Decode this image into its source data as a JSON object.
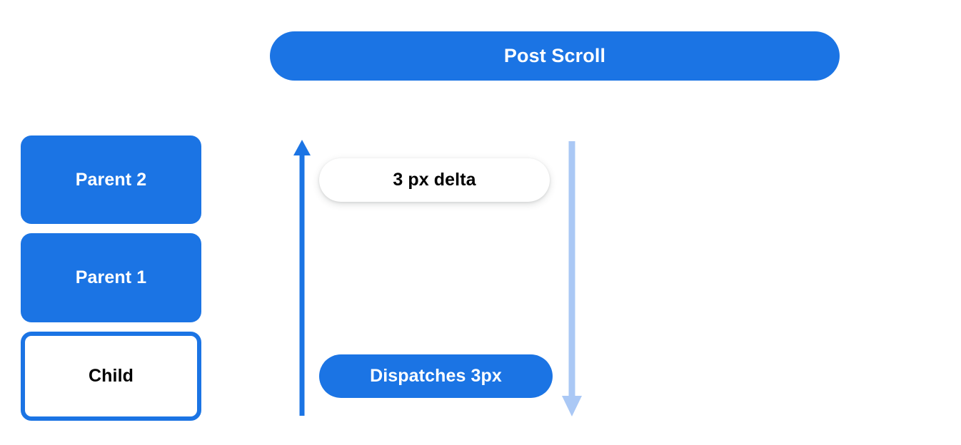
{
  "header": {
    "title": "Post Scroll",
    "color": "#1b74e4",
    "text_color": "#ffffff"
  },
  "stack": {
    "boxes": [
      {
        "label": "Parent 2",
        "style": "filled",
        "fill": "#1b74e4",
        "text_color": "#ffffff"
      },
      {
        "label": "Parent 1",
        "style": "filled",
        "fill": "#1b74e4",
        "text_color": "#ffffff"
      },
      {
        "label": "Child",
        "style": "outlined",
        "fill": "#ffffff",
        "border_color": "#1b74e4",
        "text_color": "#000000"
      }
    ]
  },
  "arrows": [
    {
      "name": "scroll-up-arrow",
      "direction": "up",
      "color": "#1b74e4",
      "head": "top"
    },
    {
      "name": "scroll-down-arrow",
      "direction": "down",
      "color": "#aac8f5",
      "head": "bottom"
    }
  ],
  "annotations": {
    "delta_pill": {
      "label": "3 px delta",
      "fill": "#ffffff",
      "text_color": "#000000"
    },
    "dispatch_pill": {
      "label": "Dispatches 3px",
      "fill": "#1b74e4",
      "text_color": "#ffffff"
    }
  }
}
